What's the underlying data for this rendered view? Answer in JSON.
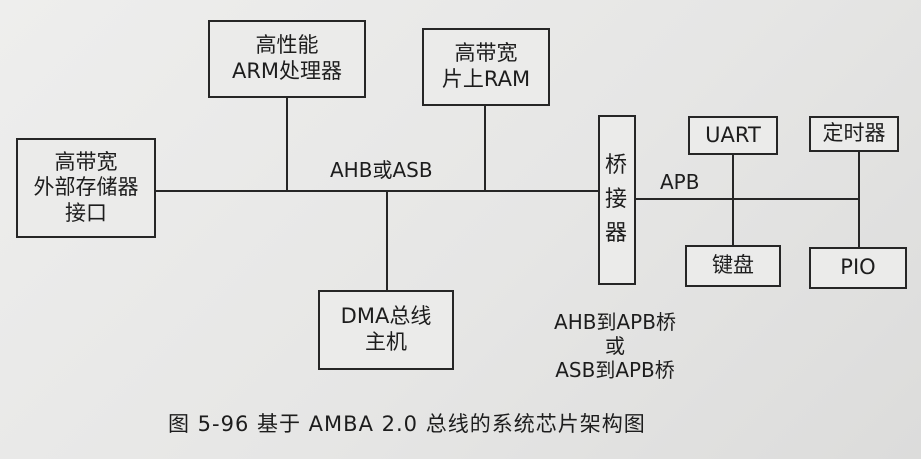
{
  "blocks": {
    "arm_cpu": "高性能\nARM处理器",
    "onchip_ram": "高带宽\n片上RAM",
    "ext_memory": "高带宽\n外部存储器\n接口",
    "dma_master": "DMA总线\n主机",
    "bridge": "桥\n接\n器",
    "uart": "UART",
    "timer": "定时器",
    "keyboard": "键盘",
    "pio": "PIO"
  },
  "bus_labels": {
    "ahb_asb": "AHB或ASB",
    "apb": "APB"
  },
  "bridge_note": {
    "line1": "AHB到APB桥",
    "line2": "或",
    "line3": "ASB到APB桥"
  },
  "caption": "图 5-96   基于 AMBA 2.0 总线的系统芯片架构图"
}
